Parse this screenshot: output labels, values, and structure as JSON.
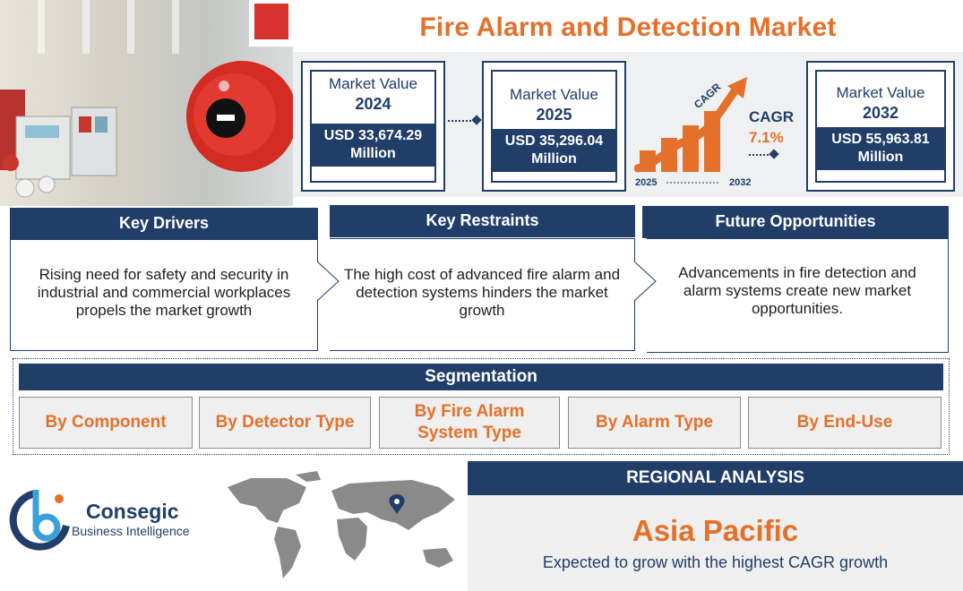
{
  "title": "Fire Alarm and Detection Market",
  "market_values": [
    {
      "label": "Market Value",
      "year": "2024",
      "value": "USD 33,674.29",
      "unit": "Million"
    },
    {
      "label": "Market Value",
      "year": "2025",
      "value": "USD 35,296.04",
      "unit": "Million"
    },
    {
      "label": "Market Value",
      "year": "2032",
      "value": "USD 55,963.81",
      "unit": "Million"
    }
  ],
  "cagr": {
    "arrow_text": "CAGR",
    "label": "CAGR",
    "value": "7.1%",
    "start_year": "2025",
    "end_year": "2032"
  },
  "columns": [
    {
      "heading": "Key Drivers",
      "text": "Rising need for safety and security in industrial and commercial workplaces propels the market growth"
    },
    {
      "heading": "Key Restraints",
      "text": "The high cost of advanced fire alarm and detection systems hinders the market growth"
    },
    {
      "heading": "Future Opportunities",
      "text": "Advancements in fire detection and alarm systems create new market opportunities."
    }
  ],
  "segmentation": {
    "heading": "Segmentation",
    "items": [
      "By Component",
      "By Detector Type",
      "By Fire Alarm System Type",
      "By Alarm Type",
      "By End-Use"
    ]
  },
  "regional": {
    "heading": "REGIONAL ANALYSIS",
    "region": "Asia Pacific",
    "description": "Expected to grow with the highest CAGR growth"
  },
  "brand": {
    "name": "Consegic",
    "tagline": "Business Intelligence"
  },
  "colors": {
    "navy": "#213e69",
    "orange": "#e5702b",
    "panel": "#eef0f1"
  }
}
